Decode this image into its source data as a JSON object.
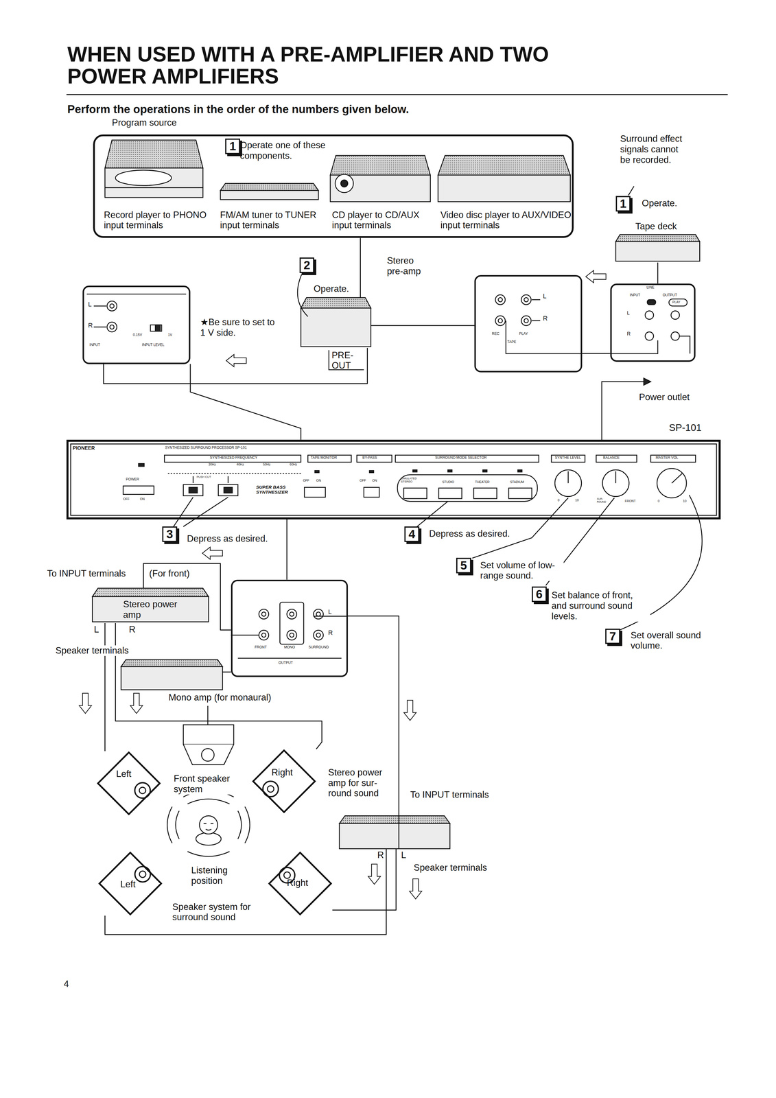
{
  "diagram": {
    "title": "WHEN USED WITH A PRE-AMPLIFIER AND TWO POWER AMPLIFIERS",
    "nodes": [
      {
        "text": [
          "Program source",
          "Operate one of these components."
        ]
      },
      {
        "text": [
          "Record player to PHONO input terminals"
        ],
        "in": 0
      },
      {
        "text": [
          "FM/AM tuner to TUNER input terminals"
        ],
        "in": 0
      },
      {
        "text": [
          "CD player to CD/AUX input terminals"
        ],
        "in": 0
      },
      {
        "text": [
          "Video disc player to AUX/VIDEO input terminals"
        ],
        "in": 0
      },
      {
        "text": [
          "Stereo pre-amp",
          "PRE- OUT"
        ]
      },
      {
        "text": [
          "L",
          "R",
          "INPUT",
          "0.15V",
          "1V",
          "INPUT LEVEL"
        ]
      },
      {
        "text": [
          "L",
          "R",
          "REC",
          "PLAY",
          "TAPE"
        ]
      },
      {
        "text": [
          "Tape deck"
        ]
      },
      {
        "text": [
          "LINE",
          "INPUT",
          "OUTPUT",
          "PLAY",
          "L",
          "R"
        ]
      },
      {
        "text": [
          "SP-101",
          "PIONEER",
          "SYNTHESIZED SURROUND PROCESSOR SP-101",
          "POWER",
          "OFF",
          "ON",
          "SYNTHESIZED FREQUENCY",
          "30Hz",
          "40Hz",
          "50Hz",
          "60Hz",
          "PUSH CUT",
          "SUPER BASS SYNTHESIZER",
          "TAPE MONITOR",
          "OFF",
          "ON",
          "BY-PASS",
          "OFF",
          "ON",
          "SURROUND MODE SELECTOR",
          "SIMULATED STEREO",
          "STUDIO",
          "THEATER",
          "STADIUM",
          "SYNTHE LEVEL",
          "0",
          "10",
          "BALANCE",
          "SUR- ROUND",
          "FRONT",
          "MASTER VOL",
          "0",
          "10"
        ]
      },
      {
        "text": [
          "L",
          "R",
          "FRONT",
          "MONO",
          "SURROUND",
          "OUTPUT"
        ]
      },
      {
        "text": [
          "Stereo power amp"
        ]
      },
      {
        "text": [
          "Mono amp (for monaural)"
        ]
      },
      {
        "text": [
          "Left"
        ]
      },
      {
        "text": [
          "Right"
        ]
      },
      {
        "text": [
          "Left"
        ]
      },
      {
        "text": [
          "Right"
        ]
      },
      {
        "text": [
          "Stereo power amp for sur- round sound"
        ]
      }
    ],
    "edges": [
      {
        "from": 0,
        "to": 5,
        "arrow": "none"
      },
      {
        "from": 5,
        "to": 6,
        "arrow": "none"
      },
      {
        "from": 5,
        "to": 7,
        "arrow": "none"
      },
      {
        "from": 7,
        "to": 9,
        "arrow": "none"
      },
      {
        "from": 8,
        "to": 9,
        "arrow": "none"
      },
      {
        "from": 6,
        "to": 10,
        "arrow": "none"
      },
      {
        "from": 10,
        "to": 11,
        "arrow": "none"
      },
      {
        "from": 11,
        "to": 12,
        "arrow": "none"
      },
      {
        "from": 11,
        "to": 13,
        "arrow": "none"
      },
      {
        "from": 11,
        "to": 18,
        "arrow": "none"
      },
      {
        "from": 12,
        "to": 14,
        "arrow": "none"
      },
      {
        "from": 12,
        "to": 15,
        "arrow": "none"
      },
      {
        "from": 18,
        "to": 16,
        "arrow": "none"
      },
      {
        "from": 18,
        "to": 17,
        "arrow": "none"
      }
    ],
    "labels": [
      "Perform the operations in the order of the numbers given below.",
      "1",
      "Surround effect signals cannot be recorded.",
      "1",
      "Operate.",
      "2",
      "Operate.",
      "★Be sure to set to 1 V side.",
      "Power outlet",
      "3",
      "Depress as desired.",
      "4",
      "Depress as desired.",
      "5",
      "Set volume of low- range sound.",
      "6",
      "Set balance of front, and surround sound levels.",
      "7",
      "Set overall sound volume.",
      "To INPUT terminals",
      "(For front)",
      "L",
      "R",
      "Speaker terminals",
      "Front speaker system",
      "Listening position",
      "Speaker system for surround sound",
      "To INPUT terminals",
      "R",
      "L",
      "Speaker terminals",
      "4"
    ]
  }
}
